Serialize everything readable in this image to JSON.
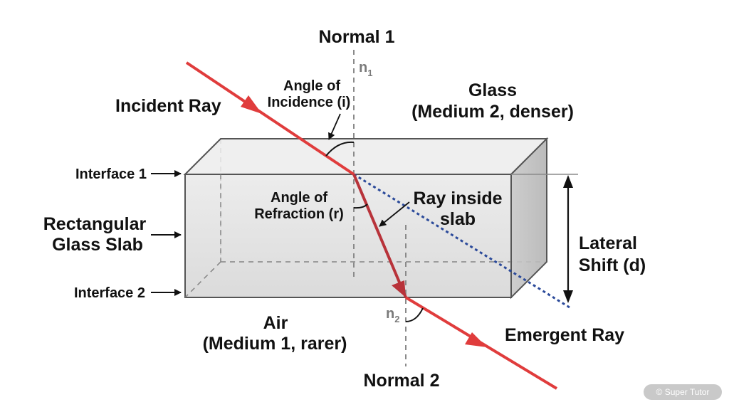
{
  "labels": {
    "normal1": "Normal 1",
    "normal2": "Normal 2",
    "n1_symbol": "n",
    "n1_sub": "1",
    "n2_symbol": "n",
    "n2_sub": "2",
    "incident_ray": "Incident Ray",
    "angle_incidence_line1": "Angle of",
    "angle_incidence_line2": "Incidence (i)",
    "glass_line1": "Glass",
    "glass_line2": "(Medium 2, denser)",
    "interface1": "Interface 1",
    "interface2": "Interface 2",
    "slab_line1": "Rectangular",
    "slab_line2": "Glass Slab",
    "angle_refraction_line1": "Angle of",
    "angle_refraction_line2": "Refraction (r)",
    "ray_inside_line1": "Ray inside",
    "ray_inside_line2": "slab",
    "lateral_line1": "Lateral",
    "lateral_line2": "Shift (d)",
    "air_line1": "Air",
    "air_line2": "(Medium 1, rarer)",
    "emergent_ray": "Emergent Ray"
  },
  "watermark": "© Super Tutor",
  "colors": {
    "ray": "#e03c3c",
    "ray_inside": "#b8333a",
    "dashed_extension": "#2b4a9a",
    "normal_line": "#8a8a8a",
    "slab_front": "#dcdcdc",
    "slab_top": "#ebebeb",
    "slab_side": "#c4c4c4",
    "slab_edge": "#555555"
  }
}
